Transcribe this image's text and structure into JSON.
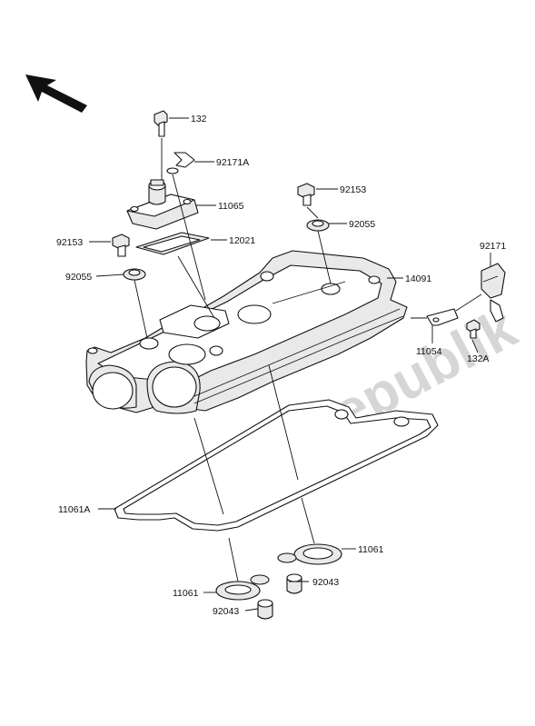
{
  "watermark": "PartsRepublik",
  "labels": {
    "l132": "132",
    "l92171A": "92171A",
    "l11065": "11065",
    "l92153a": "92153",
    "l92055a": "92055",
    "l92153b": "92153",
    "l12021": "12021",
    "l92055b": "92055",
    "l14091": "14091",
    "l92171": "92171",
    "l11054": "11054",
    "l132A": "132A",
    "l11061A": "11061A",
    "l11061a": "11061",
    "l11061b": "11061",
    "l92043a": "92043",
    "l92043b": "92043"
  },
  "icons": {
    "direction_arrow": "front-direction-arrow-icon"
  }
}
